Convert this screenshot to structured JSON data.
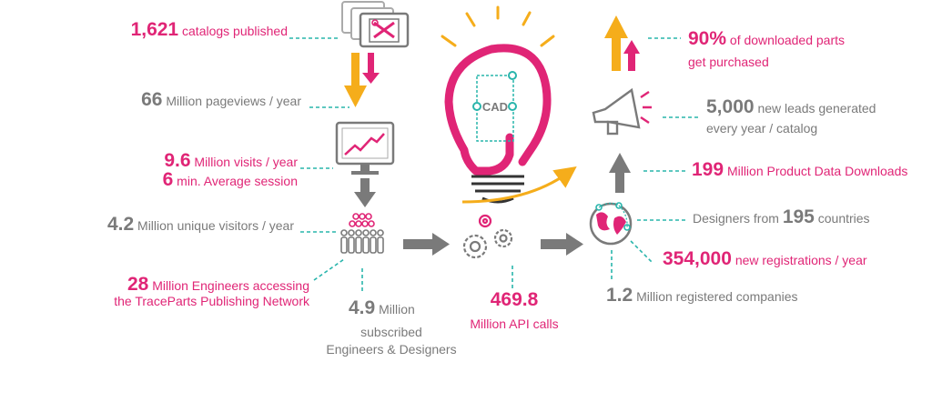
{
  "colors": {
    "pink": "#e02576",
    "grey": "#7a7a7a",
    "teal": "#29b5ac",
    "orange": "#f5ad1b",
    "dark": "#333333"
  },
  "icons": [
    "catalog-stack-icon",
    "monitor-chart-icon",
    "people-crowd-icon",
    "gears-icon",
    "lightbulb-icon",
    "cad-box-icon",
    "globe-icon",
    "megaphone-icon"
  ],
  "left": {
    "catalogs": {
      "num": "1,621",
      "text": "catalogs published"
    },
    "pageviews": {
      "num": "66",
      "text": "Million pageviews / year"
    },
    "visits": {
      "num": "9.6",
      "text": "Million visits / year"
    },
    "session": {
      "num": "6",
      "text": "min.  Average session"
    },
    "unique": {
      "num": "4.2",
      "text": "Million unique visitors / year"
    },
    "engineers": {
      "num": "28",
      "line1": "Million Engineers accessing",
      "line2": "the TraceParts Publishing Network"
    },
    "subscribed": {
      "num": "4.9",
      "line1": "Million",
      "line2": "subscribed",
      "line3": "Engineers & Designers"
    }
  },
  "center": {
    "api": {
      "num": "469.8",
      "text": "Million API calls"
    },
    "cad": "CAD"
  },
  "right": {
    "purchased": {
      "num": "90%",
      "line1": "of downloaded parts",
      "line2": "get purchased"
    },
    "leads": {
      "num": "5,000",
      "line1": "new leads generated",
      "line2": "every year / catalog"
    },
    "downloads": {
      "num": "199",
      "text": "Million Product Data Downloads"
    },
    "countries": {
      "pre": "Designers from",
      "num": "195",
      "post": "countries"
    },
    "registrations": {
      "num": "354,000",
      "text": "new registrations / year"
    },
    "companies": {
      "num": "1.2",
      "text": "Million registered companies"
    }
  }
}
